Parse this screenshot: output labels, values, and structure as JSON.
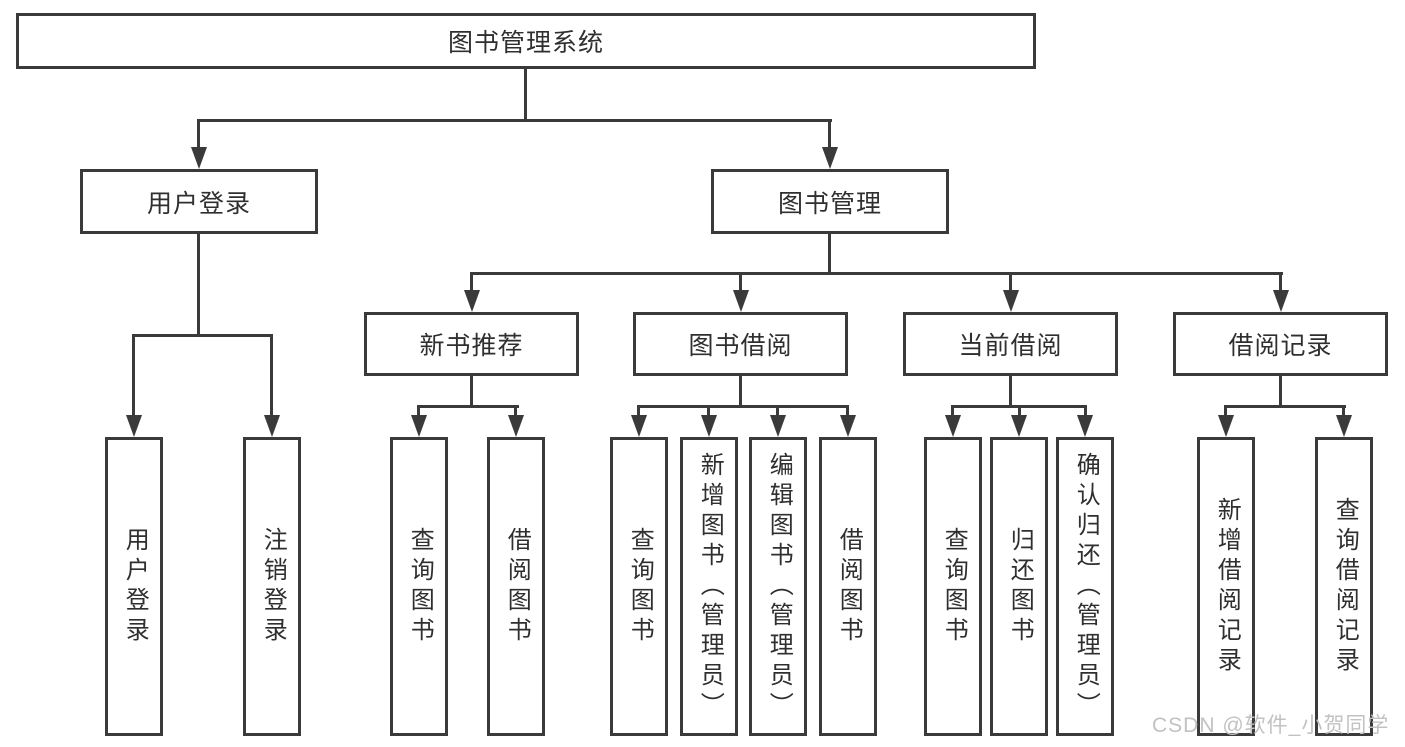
{
  "tree": {
    "root": {
      "label": "图书管理系统"
    },
    "level1": [
      {
        "label": "用户登录"
      },
      {
        "label": "图书管理"
      }
    ],
    "level2": [
      {
        "label": "新书推荐"
      },
      {
        "label": "图书借阅"
      },
      {
        "label": "当前借阅"
      },
      {
        "label": "借阅记录"
      }
    ],
    "leaves": {
      "login": [
        "用户登录",
        "注销登录"
      ],
      "newbook": [
        "查询图书",
        "借阅图书"
      ],
      "borrow": [
        "查询图书",
        "新增图书（管理员）",
        "编辑图书（管理员）",
        "借阅图书"
      ],
      "current": [
        "查询图书",
        "归还图书",
        "确认归还（管理员）"
      ],
      "records": [
        "新增借阅记录",
        "查询借阅记录"
      ]
    }
  },
  "watermark": {
    "text": "CSDN @软件_小贺同学",
    "color": "#c2c2c2"
  },
  "colors": {
    "line": "#3a3a3a",
    "text": "#2f2f2f",
    "background": "#ffffff"
  }
}
